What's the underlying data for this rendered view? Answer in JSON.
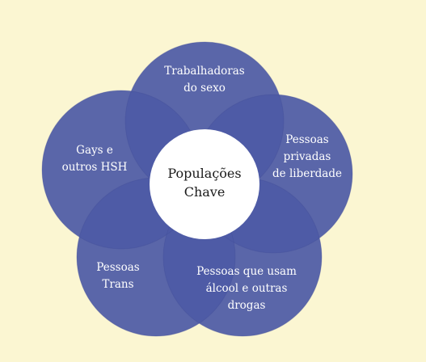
{
  "colors": {
    "background": "#fbf6d2",
    "petal": "#4e5aa6",
    "center": "#ffffff",
    "center_text": "#1a1a1a",
    "petal_text": "#ffffff"
  },
  "center": {
    "lines": [
      "Populações",
      "Chave"
    ]
  },
  "petals": [
    {
      "id": "sex-workers",
      "lines": [
        "Trabalhadoras",
        "do sexo"
      ]
    },
    {
      "id": "prisoners",
      "lines": [
        "Pessoas",
        "privadas",
        "de liberdade"
      ]
    },
    {
      "id": "drug-users",
      "lines": [
        "Pessoas que usam",
        "álcool e outras",
        "drogas"
      ]
    },
    {
      "id": "trans",
      "lines": [
        "Pessoas",
        "Trans"
      ]
    },
    {
      "id": "gay-msm",
      "lines": [
        "Gays e",
        "outros HSH"
      ]
    }
  ]
}
